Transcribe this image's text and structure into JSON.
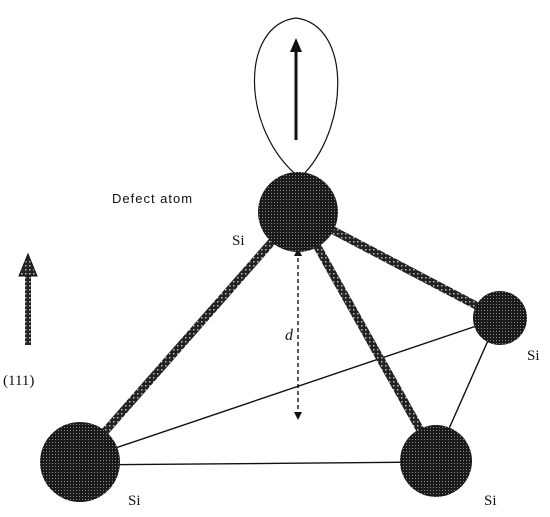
{
  "labels": {
    "defect_atom": "Defect atom",
    "si_top": "Si",
    "si_right": "Si",
    "si_bottom_left": "Si",
    "si_bottom_right": "Si",
    "distance": "d",
    "direction": "(111)"
  },
  "colors": {
    "ink": "#111111",
    "atom": "#1a1a1a",
    "background": "#ffffff"
  },
  "icons": {
    "direction_arrow": "arrow-up-icon",
    "spin_arrow": "arrow-up-icon",
    "distance_arrow": "double-headed-dashed-arrow-icon"
  }
}
